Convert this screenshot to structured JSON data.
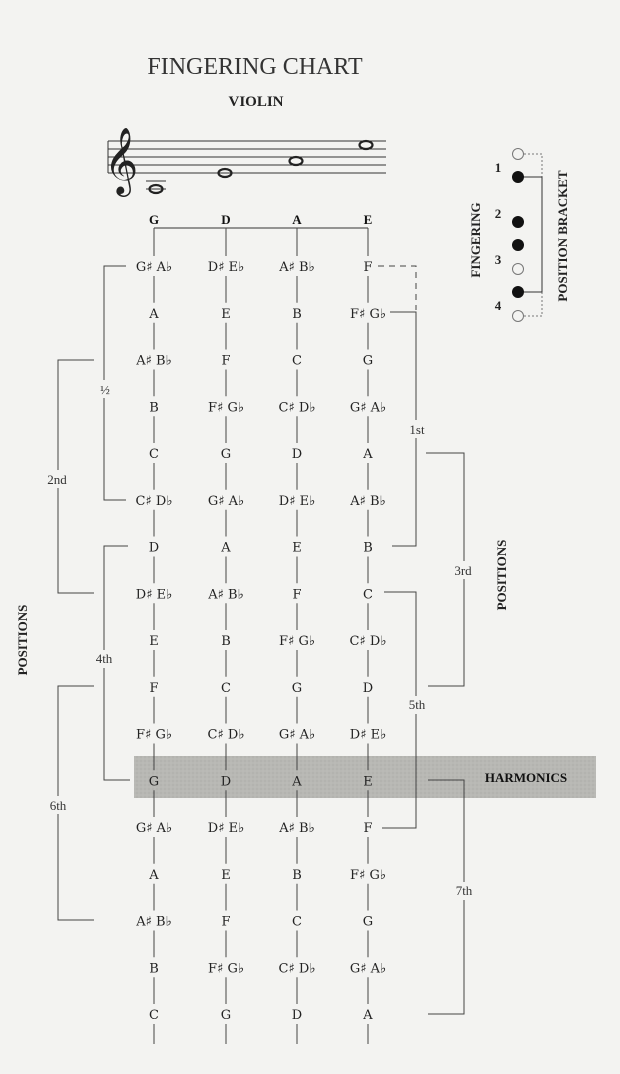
{
  "header": {
    "title": "FINGERING CHART",
    "subtitle": "VIOLIN"
  },
  "strings": [
    "G",
    "D",
    "A",
    "E"
  ],
  "columns": [
    [
      "G♯ A♭",
      "A",
      "A♯ B♭",
      "B",
      "C",
      "C♯ D♭",
      "D",
      "D♯ E♭",
      "E",
      "F",
      "F♯ G♭",
      "G",
      "G♯ A♭",
      "A",
      "A♯ B♭",
      "B",
      "C"
    ],
    [
      "D♯ E♭",
      "E",
      "F",
      "F♯ G♭",
      "G",
      "G♯ A♭",
      "A",
      "A♯ B♭",
      "B",
      "C",
      "C♯ D♭",
      "D",
      "D♯ E♭",
      "E",
      "F",
      "F♯ G♭",
      "G"
    ],
    [
      "A♯ B♭",
      "B",
      "C",
      "C♯ D♭",
      "D",
      "D♯ E♭",
      "E",
      "F",
      "F♯ G♭",
      "G",
      "G♯ A♭",
      "A",
      "A♯ B♭",
      "B",
      "C",
      "C♯ D♭",
      "D"
    ],
    [
      "F",
      "F♯ G♭",
      "G",
      "G♯ A♭",
      "A",
      "A♯ B♭",
      "B",
      "C",
      "C♯ D♭",
      "D",
      "D♯ E♭",
      "E",
      "F",
      "F♯ G♭",
      "G",
      "G♯ A♭",
      "A"
    ]
  ],
  "positions": {
    "half": "½",
    "first": "1st",
    "second": "2nd",
    "third": "3rd",
    "fourth": "4th",
    "fifth": "5th",
    "sixth": "6th",
    "seventh": "7th"
  },
  "side_labels": {
    "left": "POSITIONS",
    "right": "POSITIONS"
  },
  "harmonics_label": "HARMONICS",
  "legend": {
    "fingering_label": "FINGERING",
    "bracket_label": "POSITION BRACKET",
    "fingers": [
      "1",
      "2",
      "3",
      "4"
    ]
  }
}
